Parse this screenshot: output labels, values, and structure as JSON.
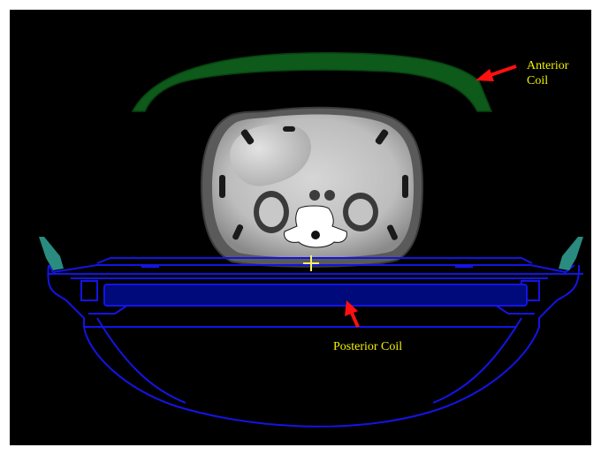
{
  "labels": {
    "anterior_line1": "Anterior",
    "anterior_line2": "Coil",
    "posterior": "Posterior Coil"
  },
  "colors": {
    "background": "#000000",
    "border": "#ffffff",
    "label_text": "#f2f200",
    "arrow": "#ff1010",
    "anterior_coil": "#0d5a1a",
    "posterior_coil_fill": "#000a7a",
    "table_outline": "#1414e6",
    "clamp": "#2a8b80",
    "isocenter_marker": "#f5f060"
  },
  "icons": {
    "anterior_arrow": "arrow-left-icon",
    "posterior_arrow": "arrow-down-left-icon",
    "isocenter": "crosshair-icon"
  }
}
